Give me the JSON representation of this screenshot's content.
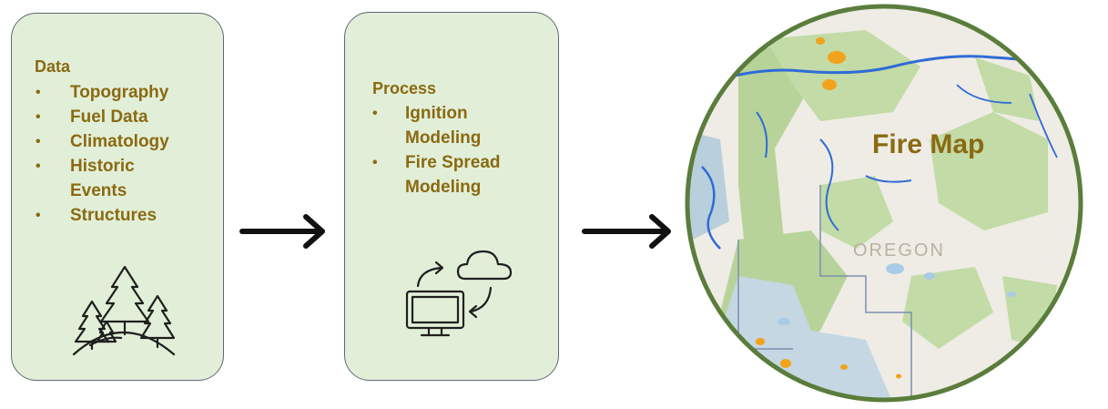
{
  "data_box": {
    "heading": "Data",
    "items": [
      "Topography",
      "Fuel Data",
      "Climatology",
      "Historic Events",
      "Structures"
    ]
  },
  "process_box": {
    "heading": "Process",
    "items": [
      "Ignition Modeling",
      "Fire Spread Modeling"
    ]
  },
  "map": {
    "title": "Fire Map",
    "state_label": "OREGON"
  },
  "icons": {
    "data_icon": "trees-icon",
    "process_icon": "computer-cloud-sync-icon",
    "arrow": "arrow-right-icon"
  },
  "colors": {
    "box_fill": "#e2efd8",
    "text": "#8a6a12",
    "map_border": "#5a7d3c"
  }
}
